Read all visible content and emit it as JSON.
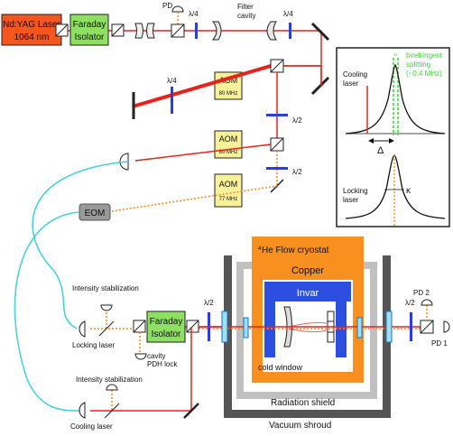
{
  "laser": {
    "line1": "Nd:YAG Laser",
    "line2": "1064 nm"
  },
  "faraday_top": {
    "line1": "Faraday",
    "line2": "Isolator"
  },
  "faraday_bottom": {
    "line1": "Faraday",
    "line2": "Isolator"
  },
  "labels": {
    "pd_top": "PD",
    "quarter_wave": "λ/4",
    "half_wave": "λ/2",
    "filter_cavity_1": "Filter",
    "filter_cavity_2": "cavity",
    "eom": "EOM",
    "intensity_stab": "Intensity stabilization",
    "locking_laser": "Locking laser",
    "cooling_laser": "Cooling laser",
    "cavity_pdh_1": "cavity",
    "cavity_pdh_2": "PDH lock",
    "cold_window": "cold window",
    "pd2": "PD 2",
    "pd1": "PD 1"
  },
  "aoms": [
    {
      "name": "AOM",
      "freq": "80 MHz"
    },
    {
      "name": "AOM",
      "freq": "80 MHz"
    },
    {
      "name": "AOM",
      "freq": "77 MHz"
    }
  ],
  "cryostat": {
    "title_sup": "4",
    "title": "He Flow cryostat",
    "copper": "Copper",
    "invar": "Invar",
    "radiation_shield": "Radiation shield",
    "vacuum_shroud": "Vacuum shroud"
  },
  "inset": {
    "birefringent_1": "birefringent",
    "birefringent_2": "splitting",
    "birefringent_3": "(~0.4 MHz)",
    "cooling_1": "Cooling",
    "cooling_2": "laser",
    "delta": "Δ",
    "kappa": "κ",
    "locking_1": "Locking",
    "locking_2": "laser"
  },
  "colors": {
    "laser_beam": "#e8221b",
    "orange_beam": "#f08a24",
    "fiber": "#3fd0d8",
    "laser_box": "#f4561e",
    "faraday": "#8ee060",
    "aom": "#f7f29a",
    "copper": "#f7901e",
    "invar": "#2d4fe0",
    "shield": "#c0c0c0",
    "waveplate": "#2a3ee0",
    "window": "#9fe0f8",
    "green_dashed": "#39d639"
  }
}
